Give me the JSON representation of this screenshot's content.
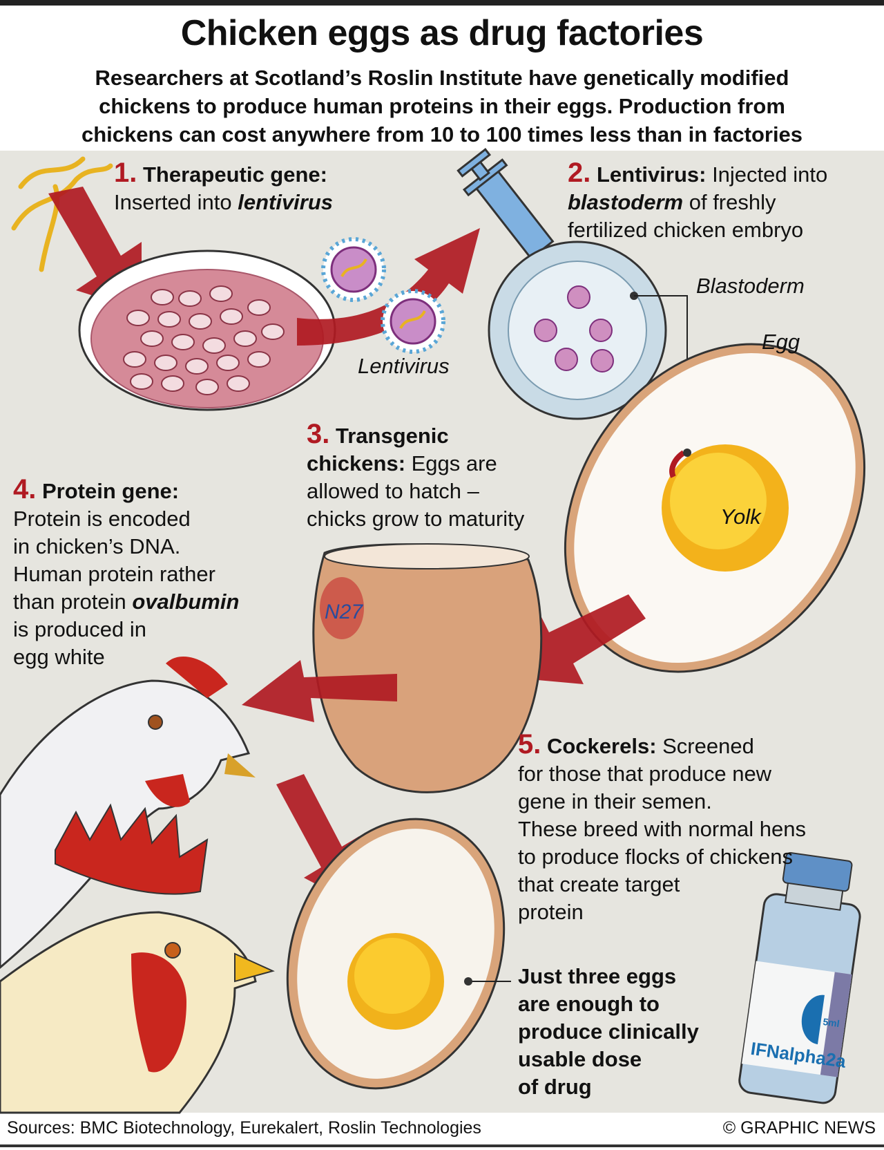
{
  "header": {
    "title": "Chicken eggs as drug factories",
    "subtitle_lines": [
      "Researchers at Scotland’s Roslin Institute have genetically modified",
      "chickens to produce human proteins in their eggs. Production from",
      "chickens can cost anywhere from 10 to 100 times less than in factories"
    ]
  },
  "steps": [
    {
      "number": "1.",
      "heading": "Therapeutic gene:",
      "text": "Inserted into ",
      "emph": "lentivirus"
    },
    {
      "number": "2.",
      "heading": "Lentivirus:",
      "text_a": " Injected into",
      "emph": "blastoderm",
      "text_b": " of freshly",
      "text_c": "fertilized chicken embryo"
    },
    {
      "number": "3.",
      "heading_a": "Transgenic",
      "heading_b": "chickens:",
      "text_a": " Eggs are",
      "text_b": "allowed to hatch –",
      "text_c": "chicks grow to maturity"
    },
    {
      "number": "4.",
      "heading": "Protein gene:",
      "lines": [
        "Protein is encoded",
        "in chicken’s DNA.",
        "Human protein rather"
      ],
      "text_pre": "than protein ",
      "emph": "ovalbumin",
      "lines_b": [
        "is produced in",
        "egg white"
      ]
    },
    {
      "number": "5.",
      "heading": "Cockerels:",
      "text_a": " Screened",
      "lines": [
        "for those that produce new",
        "gene in their semen.",
        "These breed with normal hens",
        "to produce flocks of chickens",
        "that create target",
        "protein"
      ]
    }
  ],
  "labels": {
    "lentivirus": "Lentivirus",
    "blastoderm": "Blastoderm",
    "egg": "Egg",
    "yolk": "Yolk",
    "egg_mark": "N27",
    "vial_name": "IFNalpha2a",
    "vial_volume": "5ml"
  },
  "callout": {
    "lines": [
      "Just three eggs",
      "are enough to",
      "produce clinically",
      "usable dose",
      "of drug"
    ]
  },
  "footer": {
    "sources": "Sources: BMC Biotechnology, Eurekalert, Roslin Technologies",
    "credit": "© GRAPHIC NEWS"
  },
  "colors": {
    "accent_red": "#b01a22",
    "panel": "#e6e5df",
    "vial_blue": "#1a6fb0"
  }
}
